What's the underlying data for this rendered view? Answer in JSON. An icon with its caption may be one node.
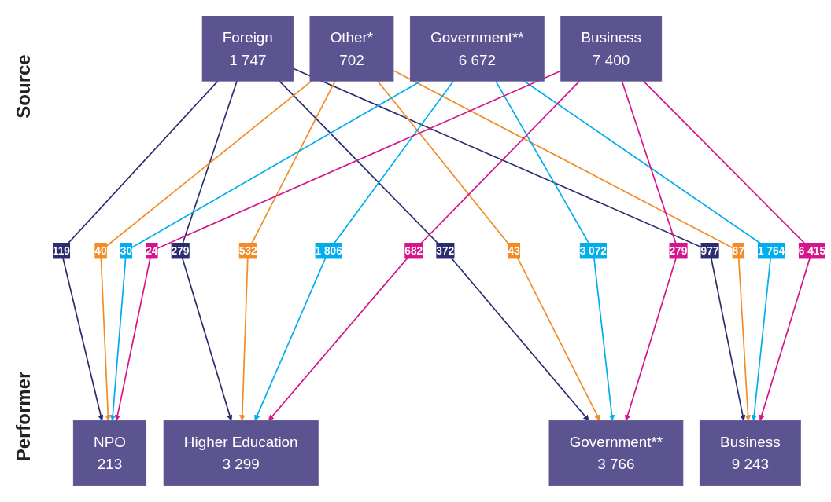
{
  "diagram": {
    "nodes": [
      {
        "text": [
          "Foreign",
          "1 747"
        ]
      },
      {
        "text": [
          "Other*",
          "702"
        ]
      },
      {
        "text": [
          "Government**",
          "6 672"
        ]
      },
      {
        "text": [
          "Business",
          "7 400"
        ]
      },
      {
        "text": [
          "NPO",
          "213"
        ]
      },
      {
        "text": [
          "Higher Education",
          "3 299"
        ]
      },
      {
        "text": [
          "Government**",
          "3 766"
        ]
      },
      {
        "text": [
          "Business",
          "9 243"
        ]
      }
    ],
    "edges": [
      {
        "from": 0,
        "to": 4,
        "arrow": "to",
        "label": "119",
        "color": "#2b2d6e"
      },
      {
        "from": 0,
        "to": 5,
        "arrow": "to",
        "label": "279",
        "color": "#2b2d6e"
      },
      {
        "from": 0,
        "to": 6,
        "arrow": "to",
        "label": "372",
        "color": "#2b2d6e"
      },
      {
        "from": 0,
        "to": 7,
        "arrow": "to",
        "label": "977",
        "color": "#2b2d6e"
      },
      {
        "from": 1,
        "to": 4,
        "arrow": "to",
        "label": "40",
        "color": "#f28c28"
      },
      {
        "from": 1,
        "to": 5,
        "arrow": "to",
        "label": "532",
        "color": "#f28c28"
      },
      {
        "from": 1,
        "to": 6,
        "arrow": "to",
        "label": "43",
        "color": "#f28c28"
      },
      {
        "from": 1,
        "to": 7,
        "arrow": "to",
        "label": "87",
        "color": "#f28c28"
      },
      {
        "from": 2,
        "to": 4,
        "arrow": "to",
        "label": "30",
        "color": "#00aeef"
      },
      {
        "from": 2,
        "to": 5,
        "arrow": "to",
        "label": "1 806",
        "color": "#00aeef"
      },
      {
        "from": 2,
        "to": 6,
        "arrow": "to",
        "label": "3 072",
        "color": "#00aeef"
      },
      {
        "from": 2,
        "to": 7,
        "arrow": "to",
        "label": "1 764",
        "color": "#00aeef"
      },
      {
        "from": 3,
        "to": 4,
        "arrow": "to",
        "label": "24",
        "color": "#d6148c"
      },
      {
        "from": 3,
        "to": 5,
        "arrow": "to",
        "label": "682",
        "color": "#d6148c"
      },
      {
        "from": 3,
        "to": 6,
        "arrow": "to",
        "label": "279",
        "color": "#d6148c"
      },
      {
        "from": 3,
        "to": 7,
        "arrow": "to",
        "label": "6 415",
        "color": "#d6148c"
      }
    ],
    "labels": [
      "Source",
      "Performer"
    ]
  }
}
